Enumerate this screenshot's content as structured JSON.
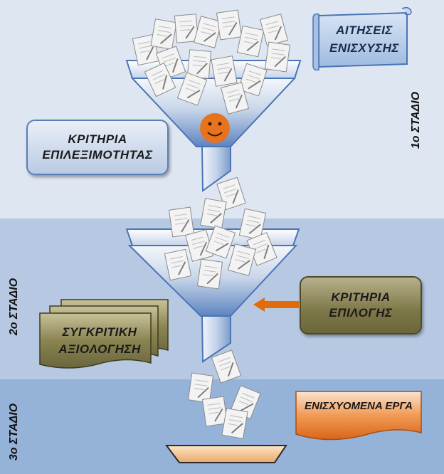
{
  "applications_scroll": {
    "line1": "ΑΙΤΗΣΕΙΣ",
    "line2": "ΕΝΙΣΧΥΣΗΣ"
  },
  "eligibility_box": {
    "line1": "ΚΡΙΤΗΡΙΑ",
    "line2": "ΕΠΙΛΕΞΙΜΟΤΗΤΑΣ"
  },
  "selection_box": {
    "line1": "ΚΡΙΤΗΡΙΑ",
    "line2": "ΕΠΙΛΟΓΗΣ"
  },
  "comparative_docs": {
    "line1": "ΣΥΓΚΡΙΤΙΚΗ",
    "line2": "ΑΞΙΟΛΟΓΗΣΗ"
  },
  "funded_banner": {
    "label": "ΕΝΙΣΧΥΟΜΕΝΑ ΕΡΓΑ"
  },
  "stages": {
    "stage1": "1ο ΣΤΑΔΙΟ",
    "stage2": "2ο ΣΤΑΔΙΟ",
    "stage3": "3ο ΣΤΑΔΙΟ"
  },
  "colors": {
    "band1": "#dee6f1",
    "band2": "#b7c9e2",
    "band3": "#95b2d8",
    "funnel_blue": "#4a74b5",
    "arrow_orange": "#e26b0a",
    "smiley": "#e8731e",
    "funded_orange": "#f0843a",
    "olive": "#7d7848"
  }
}
